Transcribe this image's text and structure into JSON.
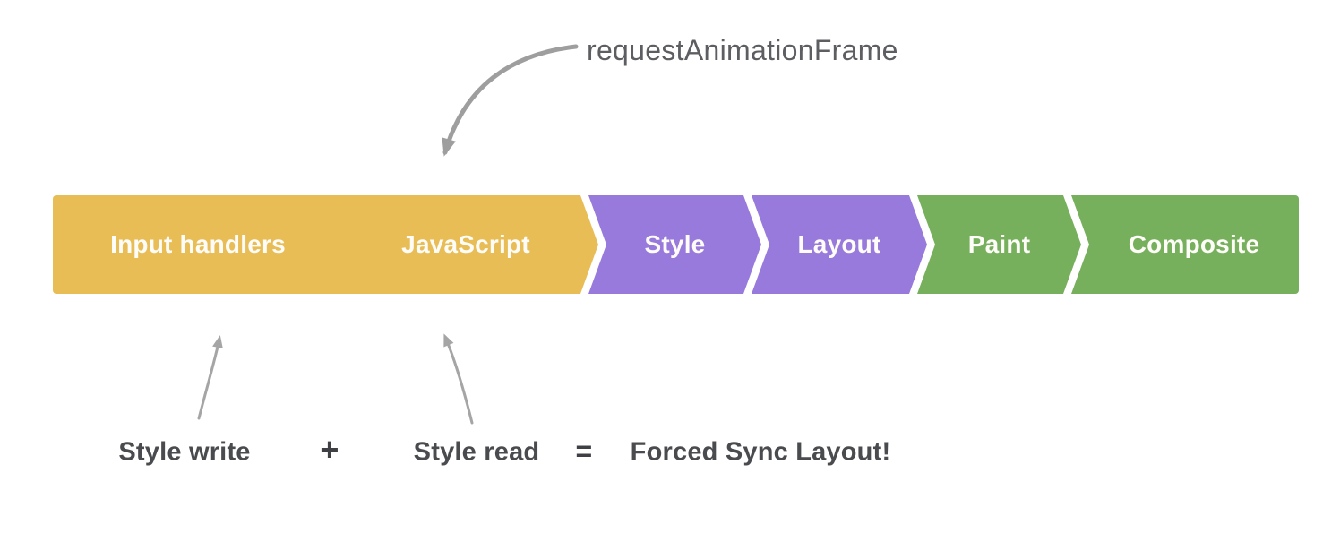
{
  "pipeline": {
    "segments": [
      {
        "label": "Input handlers",
        "color": "#e9bd55",
        "color_name": "yellow"
      },
      {
        "label": "JavaScript",
        "color": "#e9bd55",
        "color_name": "yellow"
      },
      {
        "label": "Style",
        "color": "#9879dc",
        "color_name": "purple"
      },
      {
        "label": "Layout",
        "color": "#9879dc",
        "color_name": "purple"
      },
      {
        "label": "Paint",
        "color": "#77b05c",
        "color_name": "green"
      },
      {
        "label": "Composite",
        "color": "#77b05c",
        "color_name": "green"
      }
    ]
  },
  "annotations": {
    "raf_label": "requestAnimationFrame",
    "style_write": "Style write",
    "plus": "+",
    "style_read": "Style read",
    "equals": "=",
    "result": "Forced Sync Layout!"
  },
  "colors": {
    "background": "#ffffff",
    "segment_text": "#fdfcf8",
    "annotation_text": "#4a4b4e",
    "raf_text": "#5d5e61",
    "arrow": "#9e9e9e"
  }
}
